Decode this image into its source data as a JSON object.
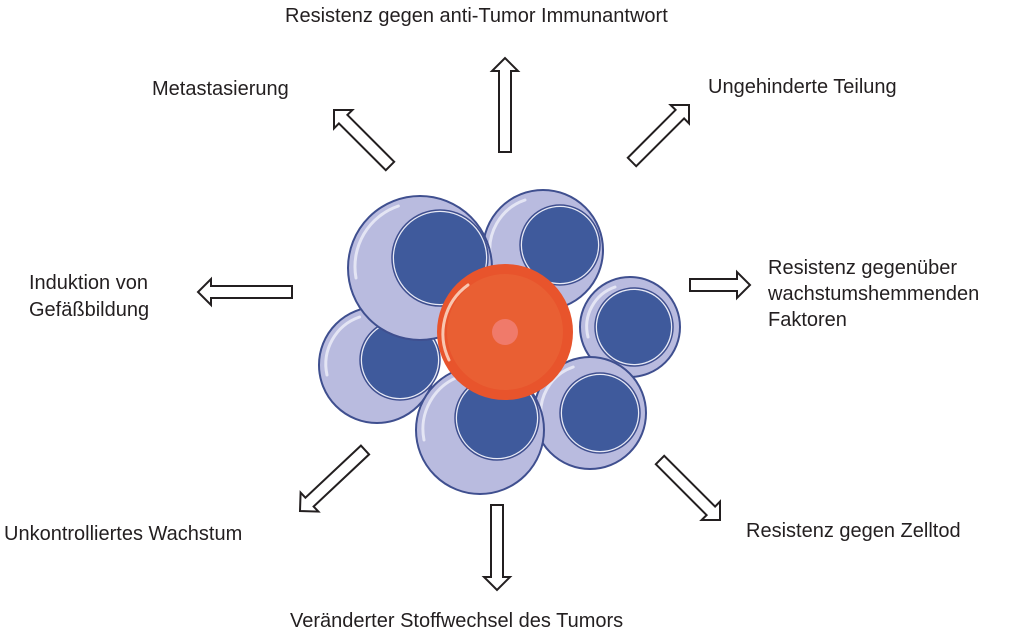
{
  "labels": {
    "top": "Resistenz gegen anti-Tumor Immunantwort",
    "top_left": "Metastasierung",
    "top_right": "Ungehinderte Teilung",
    "left_line1": "Induktion von",
    "left_line2": "Gefäßbildung",
    "right_line1": "Resistenz gegenüber",
    "right_line2": "wachstumshemmenden",
    "right_line3": "Faktoren",
    "bottom_left": "Unkontrolliertes Wachstum",
    "bottom": "Veränderter Stoffwechsel des Tumors",
    "bottom_right": "Resistenz gegen Zelltod"
  },
  "colors": {
    "cell_body": "#b9bbdf",
    "cell_outline": "#3f4f8f",
    "nucleus": "#3f5a9c",
    "tumor_cell": "#e8542c",
    "tumor_core": "#f07a6a",
    "arrow_outline": "#231f20"
  },
  "icons": [
    "hollow-arrow",
    "cell",
    "tumor-cell"
  ]
}
